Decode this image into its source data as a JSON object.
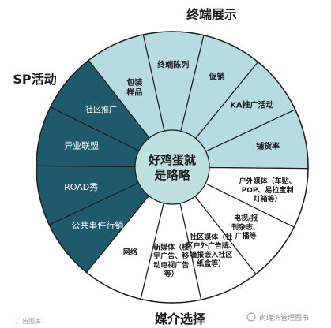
{
  "chart_data": {
    "type": "pie",
    "center_label": "好鸡蛋就\n是略略",
    "groups": [
      {
        "name": "终端展示",
        "fill": "#b7dbe3"
      },
      {
        "name": "SP活动",
        "fill": "#1e5a6c"
      },
      {
        "name": "媒介选择",
        "fill": "#ffffff"
      }
    ],
    "segments": [
      {
        "label": "包装\n样品",
        "group": "终端展示",
        "value": 1
      },
      {
        "label": "终端陈列",
        "group": "终端展示",
        "value": 1
      },
      {
        "label": "促销",
        "group": "终端展示",
        "value": 1
      },
      {
        "label": "KA推广活动",
        "group": "终端展示",
        "value": 1
      },
      {
        "label": "铺货率",
        "group": "终端展示",
        "value": 1
      },
      {
        "label": "户外媒体（车贴、\nPOP、易拉宝制\n灯箱等）",
        "group": "媒介选择",
        "value": 1
      },
      {
        "label": "电视/报\n刊杂志、\n广播等",
        "group": "媒介选择",
        "value": 1
      },
      {
        "label": "社区媒体（社\n区户外广告牌、\n墙报嵌入社区\n纸盒等）",
        "group": "媒介选择",
        "value": 1
      },
      {
        "label": "新媒体（楼\n宇广告、移\n动电视广告\n等）",
        "group": "媒介选择",
        "value": 1
      },
      {
        "label": "网络",
        "group": "媒介选择",
        "value": 1
      },
      {
        "label": "公共事件行销",
        "group": "SP活动",
        "value": 1
      },
      {
        "label": "ROAD秀",
        "group": "SP活动",
        "value": 1
      },
      {
        "label": "异业联盟",
        "group": "SP活动",
        "value": 1
      },
      {
        "label": "社区推广",
        "group": "SP活动",
        "value": 1
      }
    ]
  },
  "watermark": {
    "left_text": "广告图库",
    "right_text": "尚瑞济管理图书"
  },
  "colors": {
    "stroke": "#1f1f1f",
    "center_fill": "#bfe0e1",
    "dark_text": "#ffffff",
    "light_text": "#1a1a1a"
  }
}
